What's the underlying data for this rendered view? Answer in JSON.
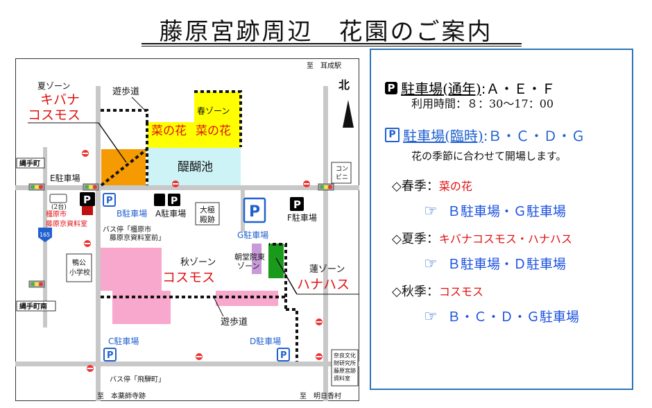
{
  "page": {
    "title": "藤原宮跡周辺　花園のご案内"
  },
  "map": {
    "compass": "北",
    "roads": {
      "north_dest": "至　耳成駅",
      "south_west_dest": "至　本薬師寺跡",
      "south_east_dest": "至　明日香村"
    },
    "zones": {
      "summer_label": "夏ゾーン",
      "summer_flower_top": "キバナ",
      "summer_flower_bottom": "コスモス",
      "spring_label": "春ゾーン",
      "spring_flower_a": "菜の花",
      "spring_flower_b": "菜の花",
      "autumn_label": "秋ゾーン",
      "autumn_flower": "コスモス",
      "lotus_label": "蓮ゾーン",
      "lotus_flower": "ハナハス"
    },
    "labels": {
      "path_top": "遊歩道",
      "path_bottom": "遊歩道",
      "pond": "醍醐池",
      "convenience_1": "コン",
      "convenience_2": "ビニ",
      "nawate": "縄手町",
      "nawate_south": "縄手町南",
      "route_number": "165",
      "bus_count": "(2台)",
      "museum_1": "橿原市",
      "museum_2": "藤原京資料室",
      "ruins_1": "大極",
      "ruins_2": "殿跡",
      "asagi_1": "朝堂院東",
      "asagi_2": "ゾーン",
      "school_1": "鴨公",
      "school_2": "小学校",
      "bus_stop_1_a": "バス停「橿原市",
      "bus_stop_1_b": "藤原京資料室前」",
      "bus_stop_2": "バス停「飛騨町」",
      "institute_1": "奈良文化",
      "institute_2": "財研究所",
      "institute_3": "藤原宮跡",
      "institute_4": "資料室"
    },
    "parking": {
      "e": "E駐車場",
      "b": "B駐車場",
      "a": "A駐車場",
      "g": "G駐車場",
      "f": "F駐車場",
      "c": "C駐車場",
      "d": "D駐車場",
      "p_glyph": "P"
    }
  },
  "info": {
    "year_round_label": "駐車場(通年)",
    "year_round_lots": ":Ａ・Ｅ・Ｆ",
    "hours": "利用時間：８：30～17：00",
    "temporary_label": "駐車場(臨時)",
    "temporary_lots": ":Ｂ・Ｃ・Ｄ・Ｇ",
    "seasonal_note": "花の季節に合わせて開場します。",
    "spring": {
      "label": "◇春季：",
      "flower": "菜の花",
      "lots": "Ｂ駐車場・Ｇ駐車場"
    },
    "summer": {
      "label": "◇夏季：",
      "flower": "キバナコスモス・ハナハス",
      "lots": "Ｂ駐車場・Ｄ駐車場"
    },
    "autumn": {
      "label": "◇秋季：",
      "flower": "コスモス",
      "lots": "Ｂ・Ｃ・Ｄ・Ｇ駐車場"
    },
    "hand_icon": "☞",
    "p_glyph": "P"
  },
  "colors": {
    "spring": "#ffff00",
    "summer": "#f59a00",
    "autumn": "#f7a8cc",
    "lotus": "#1a9a1a",
    "pond": "#cdf3f7",
    "road": "#c8c8c8",
    "parking_blue": "#2060d0",
    "flower_red": "#e01010",
    "frame_blue": "#2a74b8"
  }
}
